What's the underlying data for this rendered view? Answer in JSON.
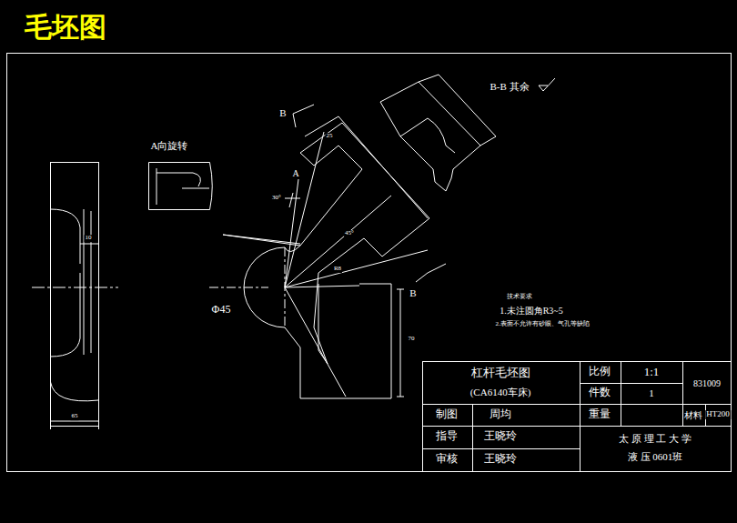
{
  "diagram": {
    "title": "毛坯图",
    "labels": [
      "B-B 其余",
      "A向旋转",
      "B",
      "A",
      "B",
      "Φ45",
      "10",
      "65",
      "25",
      "30°",
      "45°",
      "R8",
      "70",
      "技术要求",
      "1.未注圆角R3~5",
      "2.表面不允许有砂眼、气孔等缺陷",
      "杠杆毛坯图",
      "(CA6140车床)",
      "比例",
      "1:1",
      "831009",
      "件数",
      "1",
      "重量",
      "材料",
      "HT200",
      "制图",
      "周均",
      "指导",
      "王晓玲",
      "审核",
      "王晓玲",
      "太 原 理 工 大 学",
      "液 压 0601班"
    ]
  }
}
